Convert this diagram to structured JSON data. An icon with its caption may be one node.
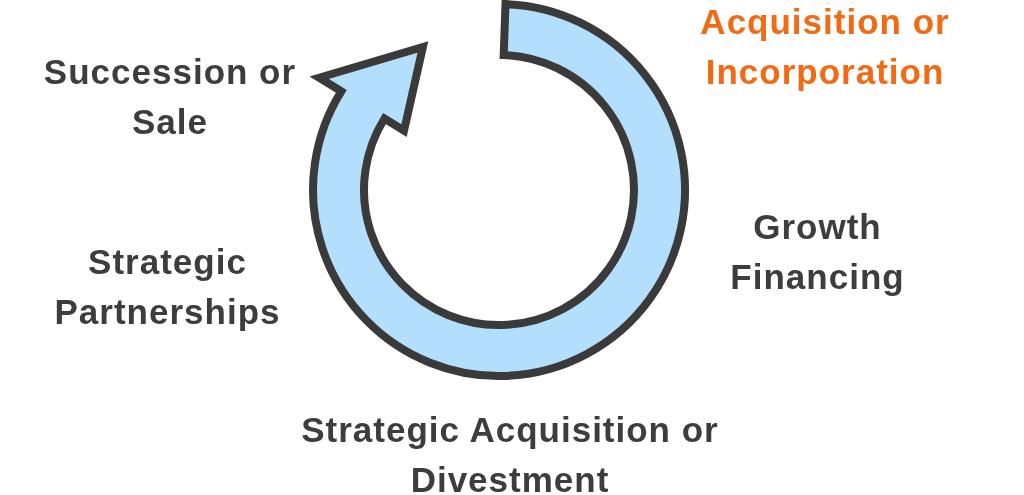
{
  "diagram": {
    "labels": [
      "Acquisition or Incorporation",
      "Succession or Sale",
      "Growth Financing",
      "Strategic Partnerships",
      "Strategic Acquisition or Divestment"
    ]
  }
}
